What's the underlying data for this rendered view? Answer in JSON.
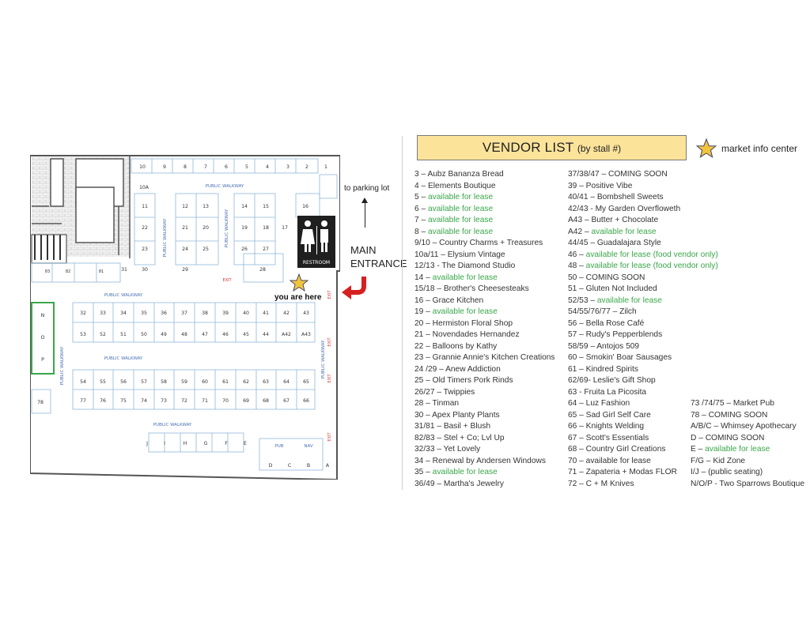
{
  "map": {
    "walkway_label": "PUBLIC WALKWAY",
    "restroom_label": "RESTROOM",
    "exit_label": "EXIT",
    "pub_label": "PUB",
    "nav_label": "NAV",
    "parking_label": "to parking lot",
    "entrance_label_1": "MAIN",
    "entrance_label_2": "ENTRANCE",
    "you_are_here": "you are here",
    "stalls": {
      "top_row": [
        "10",
        "9",
        "8",
        "7",
        "6",
        "5",
        "4",
        "3",
        "2",
        "1"
      ],
      "r2a": [
        "11",
        "12",
        "13"
      ],
      "r2b": [
        "14",
        "15",
        "16"
      ],
      "r3a": [
        "22",
        "21",
        "20"
      ],
      "r3b": [
        "19",
        "18",
        "17"
      ],
      "r4a": [
        "23",
        "24",
        "25"
      ],
      "r4b": [
        "26",
        "27"
      ],
      "stall_10a": "10A",
      "left_small": [
        "83",
        "82",
        "81"
      ],
      "r5": [
        "31",
        "30",
        "29"
      ],
      "stall_28": "28",
      "stall_78": "78",
      "pon": [
        "N",
        "O",
        "P"
      ],
      "block_a1": [
        "32",
        "33",
        "34",
        "35",
        "36",
        "37",
        "38",
        "39",
        "40",
        "41",
        "42",
        "43"
      ],
      "block_a2": [
        "53",
        "52",
        "51",
        "50",
        "49",
        "48",
        "47",
        "46",
        "45",
        "44",
        "A42",
        "A43"
      ],
      "block_b1": [
        "54",
        "55",
        "56",
        "57",
        "58",
        "59",
        "60",
        "61",
        "62",
        "63",
        "64",
        "65"
      ],
      "block_b2": [
        "77",
        "76",
        "75",
        "74",
        "73",
        "72",
        "71",
        "70",
        "69",
        "68",
        "67",
        "66"
      ],
      "bottom_letters": [
        "J",
        "I",
        "H",
        "G",
        "F",
        "E"
      ],
      "corner_letters": [
        "D",
        "C",
        "B",
        "A"
      ]
    }
  },
  "vendor_list": {
    "title": "VENDOR LIST",
    "subtitle": "(by stall #)",
    "legend_label": "market info center",
    "lease_color": "#3aa64a",
    "star_color": "#f2c43d",
    "columns": [
      [
        {
          "stall": "3 – ",
          "name": "Aubz Bananza Bread"
        },
        {
          "stall": "4 – ",
          "name": "Elements Boutique"
        },
        {
          "stall": "5 – ",
          "lease": "available for lease"
        },
        {
          "stall": "6 – ",
          "lease": "available for lease"
        },
        {
          "stall": "7 – ",
          "lease": "available for lease"
        },
        {
          "stall": "8 – ",
          "lease": "available for lease"
        },
        {
          "stall": "9/10 – ",
          "name": "Country Charms + Treasures"
        },
        {
          "stall": "10a/11 – ",
          "name": "Elysium Vintage"
        },
        {
          "stall": "12/13 - ",
          "name": "The Diamond Studio"
        },
        {
          "stall": "14 – ",
          "lease": "available for lease"
        },
        {
          "stall": "15/18 – ",
          "name": "Brother's Cheesesteaks"
        },
        {
          "stall": "16 – ",
          "name": "Grace Kitchen"
        },
        {
          "stall": "19 – ",
          "lease": "available for lease"
        },
        {
          "stall": "20 – ",
          "name": "Hermiston Floral Shop"
        },
        {
          "stall": "21 – ",
          "name": "Novendades Hernandez"
        },
        {
          "stall": "22 – ",
          "name": "Balloons by Kathy"
        },
        {
          "stall": "23 – ",
          "name": "Grannie Annie's Kitchen Creations"
        },
        {
          "stall": "24 /29 – ",
          "name": "Anew Addiction"
        },
        {
          "stall": "25 – ",
          "name": "Old Timers Pork Rinds"
        },
        {
          "stall": "26/27 – ",
          "name": "Twippies"
        },
        {
          "stall": "28 – ",
          "name": "Tinman"
        },
        {
          "stall": "30 – ",
          "name": "Apex Planty Plants"
        },
        {
          "stall": "31/81 – ",
          "name": "Basil + Blush"
        },
        {
          "stall": "82/83 – ",
          "name": "Stel + Co; Lvl Up"
        },
        {
          "stall": "32/33 – ",
          "name": "Yet Lovely"
        },
        {
          "stall": "34 – ",
          "name": "Renewal by Andersen Windows"
        },
        {
          "stall": "35 – ",
          "lease": "available for lease"
        },
        {
          "stall": "36/49 – ",
          "name": "Martha's Jewelry"
        }
      ],
      [
        {
          "stall": "37/38/47 – ",
          "name": "COMING SOON"
        },
        {
          "stall": "39 – ",
          "name": "Positive Vibe"
        },
        {
          "stall": "40/41 – ",
          "name": "Bombshell Sweets"
        },
        {
          "stall": "42/43 - ",
          "name": "My Garden Overfloweth"
        },
        {
          "stall": "A43 – ",
          "name": "Butter + Chocolate"
        },
        {
          "stall": "A42 – ",
          "lease": "available for lease"
        },
        {
          "stall": "44/45 – ",
          "name": "Guadalajara Style"
        },
        {
          "stall": "46 – ",
          "lease": "available for lease (food vendor only)"
        },
        {
          "stall": "48 – ",
          "lease": "available for lease (food vendor only)"
        },
        {
          "stall": "50 – ",
          "name": "COMING SOON"
        },
        {
          "stall": "51 – ",
          "name": "Gluten Not Included"
        },
        {
          "stall": "52/53 – ",
          "lease": "available for lease"
        },
        {
          "stall": "54/55/76/77 – ",
          "name": "Zilch"
        },
        {
          "stall": "56 – ",
          "name": "Bella Rose Café"
        },
        {
          "stall": "57 – ",
          "name": "Rudy's Pepperblends"
        },
        {
          "stall": "58/59 – ",
          "name": "Antojos 509"
        },
        {
          "stall": "60 – ",
          "name": "Smokin' Boar Sausages"
        },
        {
          "stall": "61 – ",
          "name": "Kindred Spirits"
        },
        {
          "stall": "62/69- ",
          "name": "Leslie's Gift Shop"
        },
        {
          "stall": "63 - ",
          "name": "Fruita La Picosita"
        },
        {
          "stall": "64 – ",
          "name": "Luz Fashion"
        },
        {
          "stall": "65 – ",
          "name": "Sad Girl Self Care"
        },
        {
          "stall": "66 – ",
          "name": "Knights Welding"
        },
        {
          "stall": "67 – ",
          "name": "Scott's Essentials"
        },
        {
          "stall": "68 – ",
          "name": "Country Girl Creations"
        },
        {
          "stall": "70 – ",
          "name": "available for lease"
        },
        {
          "stall": "71 – ",
          "name": "Zapateria + Modas FLOR"
        },
        {
          "stall": "72 – ",
          "name": "C + M Knives"
        }
      ],
      [
        {
          "stall": "73 /74/75 – ",
          "name": "Market Pub"
        },
        {
          "stall": "78 – ",
          "name": "COMING SOON"
        },
        {
          "stall": "A/B/C – ",
          "name": "Whimsey Apothecary"
        },
        {
          "stall": "D – ",
          "name": "COMING SOON"
        },
        {
          "stall": "E – ",
          "lease": "available for lease"
        },
        {
          "stall": "F/G – ",
          "name": "Kid Zone"
        },
        {
          "stall": "I/J – ",
          "name": "(public seating)"
        },
        {
          "stall": "N/O/P - ",
          "name": "Two Sparrows Boutique"
        }
      ]
    ]
  }
}
